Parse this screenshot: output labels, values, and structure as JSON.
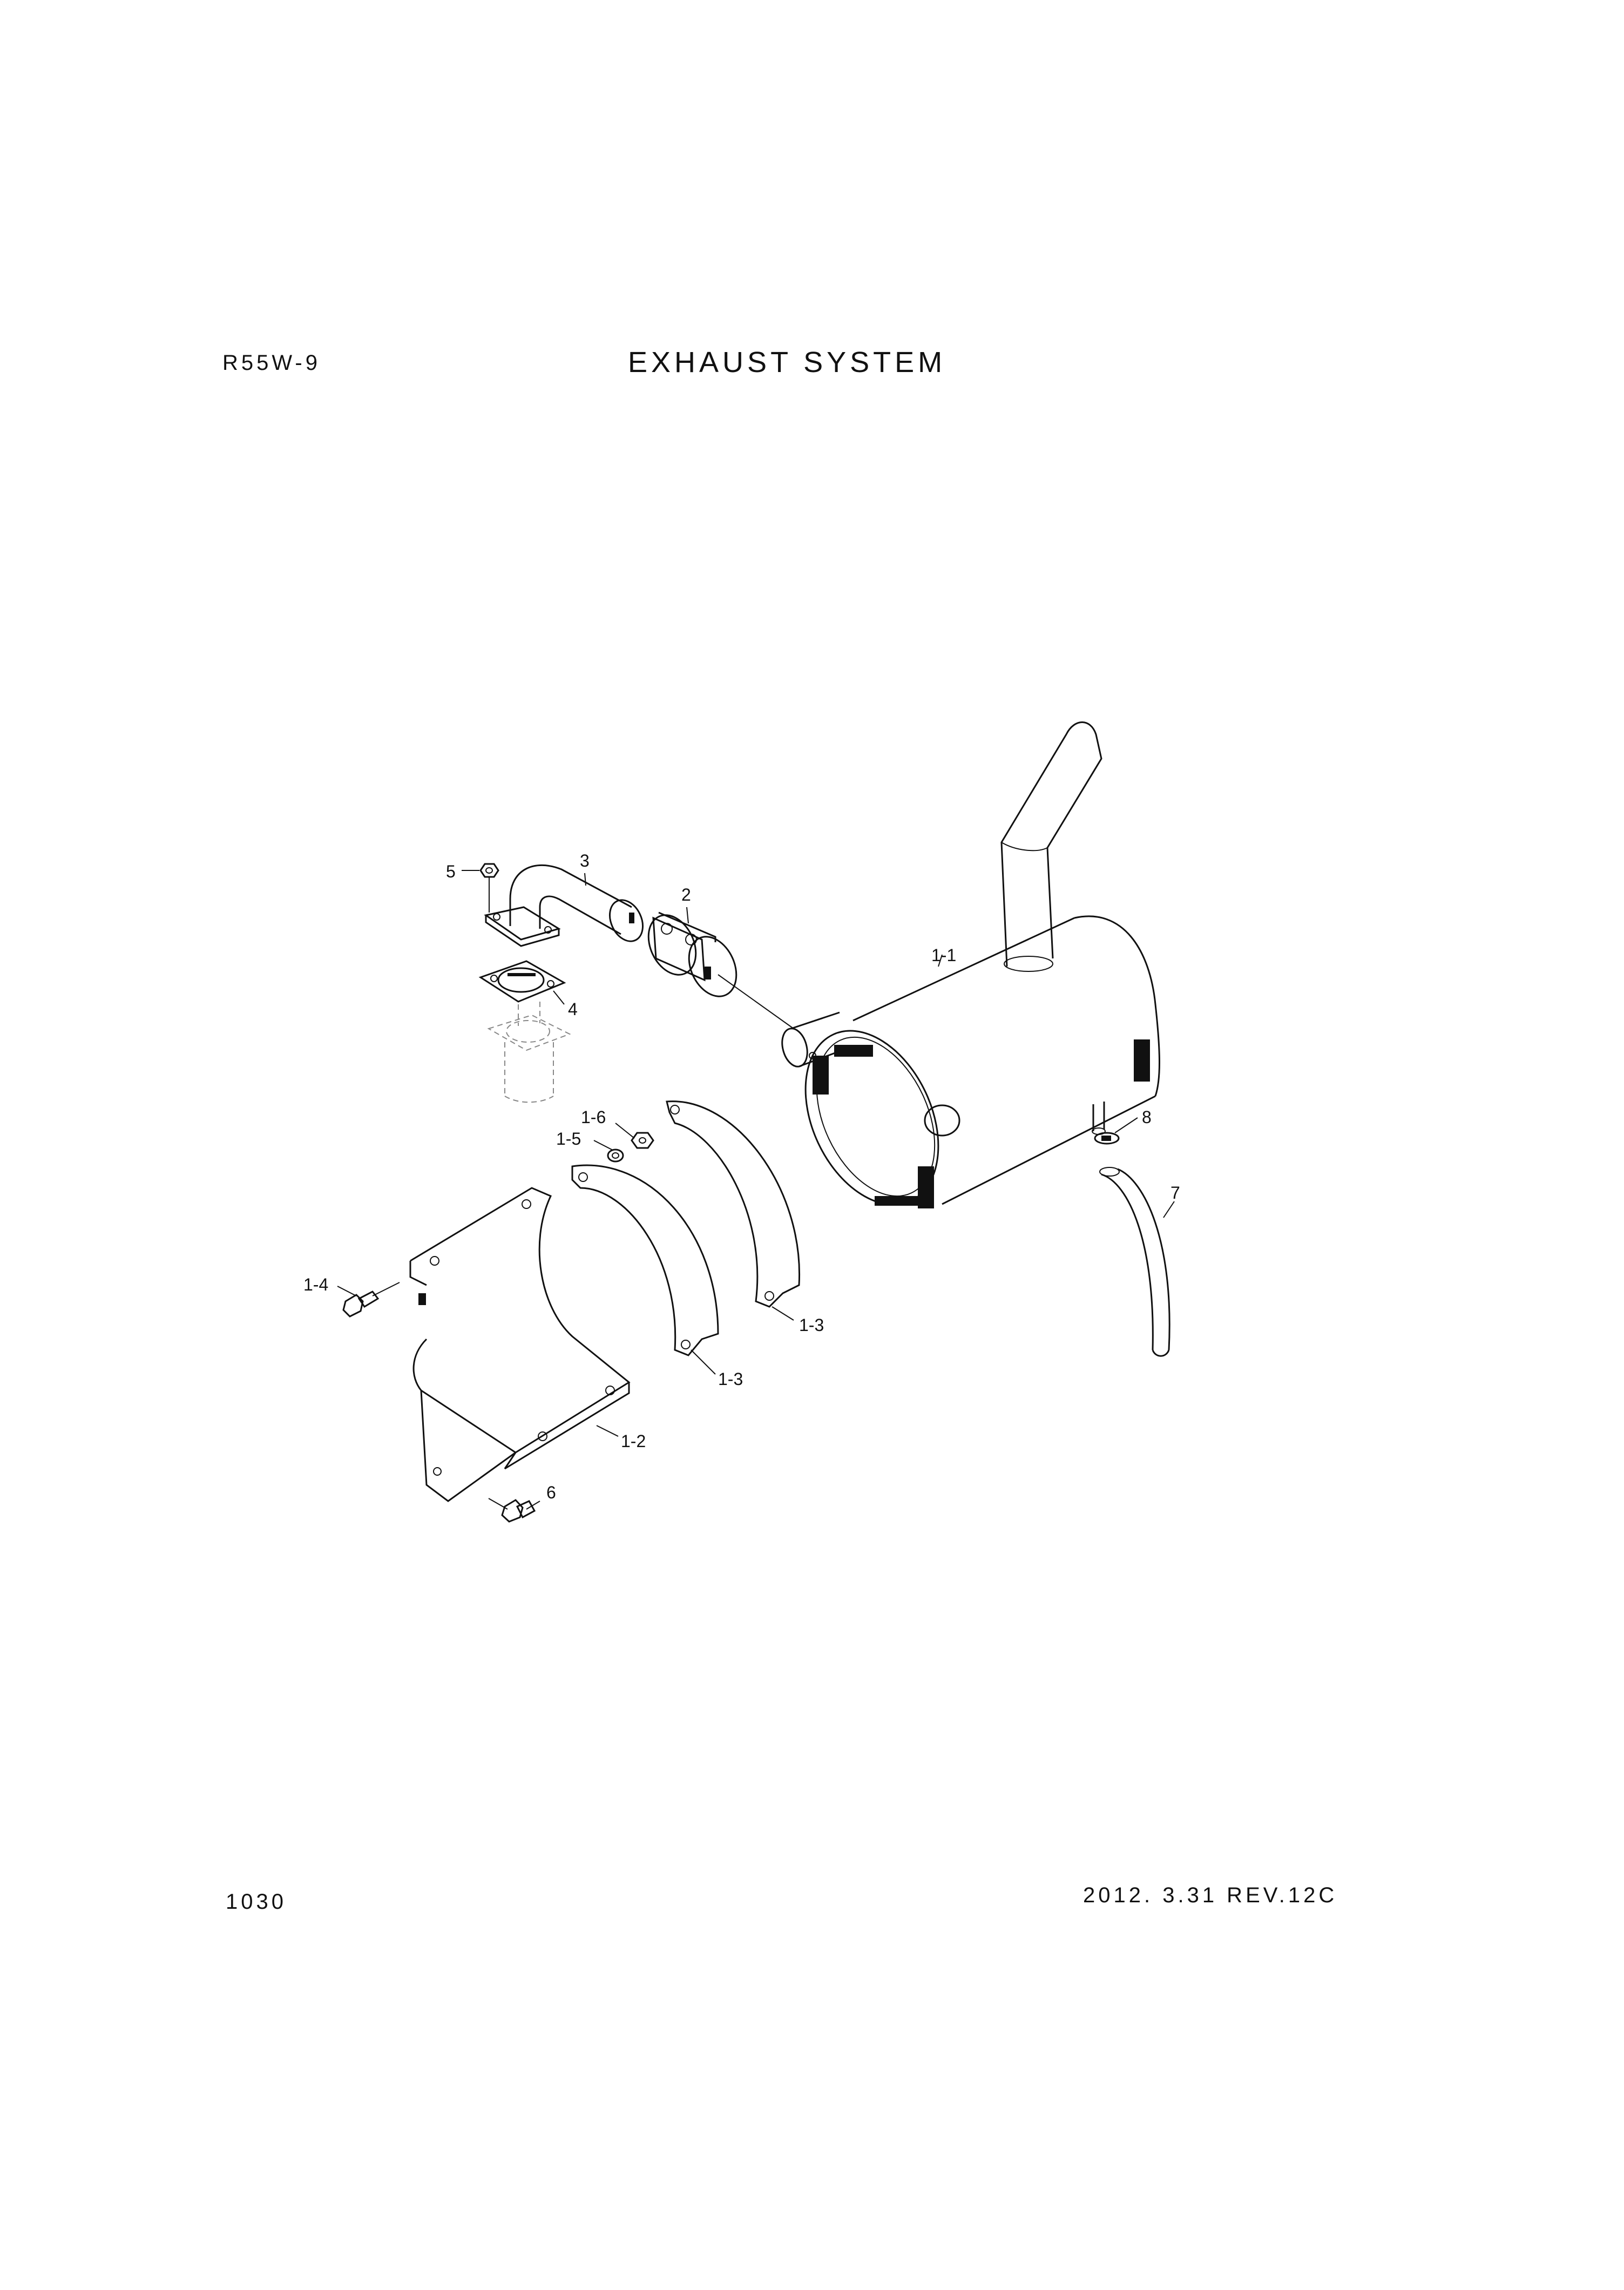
{
  "header": {
    "model": "R55W-9",
    "title": "EXHAUST SYSTEM"
  },
  "footer": {
    "page_number": "1030",
    "revision": "2012. 3.31  REV.12C"
  },
  "callouts": [
    {
      "id": "c-1-1",
      "label": "1-1"
    },
    {
      "id": "c-1-2",
      "label": "1-2"
    },
    {
      "id": "c-1-3a",
      "label": "1-3"
    },
    {
      "id": "c-1-3b",
      "label": "1-3"
    },
    {
      "id": "c-1-4",
      "label": "1-4"
    },
    {
      "id": "c-1-5",
      "label": "1-5"
    },
    {
      "id": "c-1-6",
      "label": "1-6"
    },
    {
      "id": "c-2",
      "label": "2"
    },
    {
      "id": "c-3",
      "label": "3"
    },
    {
      "id": "c-4",
      "label": "4"
    },
    {
      "id": "c-5",
      "label": "5"
    },
    {
      "id": "c-6",
      "label": "6"
    },
    {
      "id": "c-7",
      "label": "7"
    },
    {
      "id": "c-8",
      "label": "8"
    }
  ]
}
